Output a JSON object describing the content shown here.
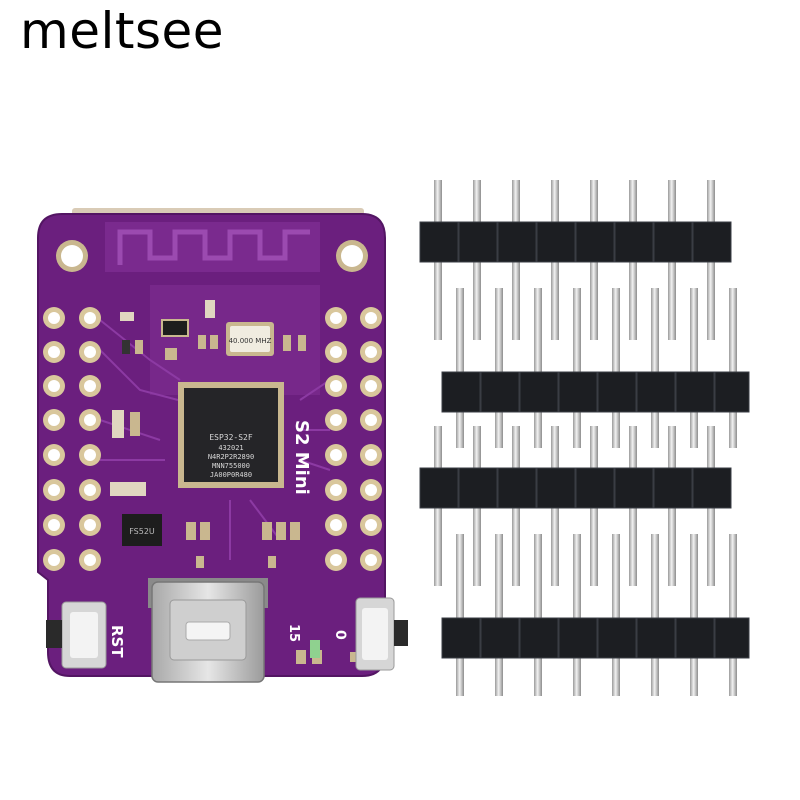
{
  "brand": {
    "text": "meltsee"
  },
  "board": {
    "chip": {
      "line1": "ESP32-S2F",
      "line2": "432021",
      "line3": "N4R2P2R2890",
      "line4": "MNN755000",
      "line5": "JA00P0R480"
    },
    "silkscreen_model": "S2 Mini",
    "crystal_label": "40.000 MHZ",
    "regulator_label": "FS52U",
    "reset_label": "RST",
    "gpio15_label": "15",
    "gpio0_label": "0",
    "pcb_color": "#6b1f7e"
  },
  "headers": {
    "pins_per_header": 8,
    "header_count": 4,
    "plastic_color": "#1c1e22",
    "pin_color": "#d4d4d4"
  }
}
